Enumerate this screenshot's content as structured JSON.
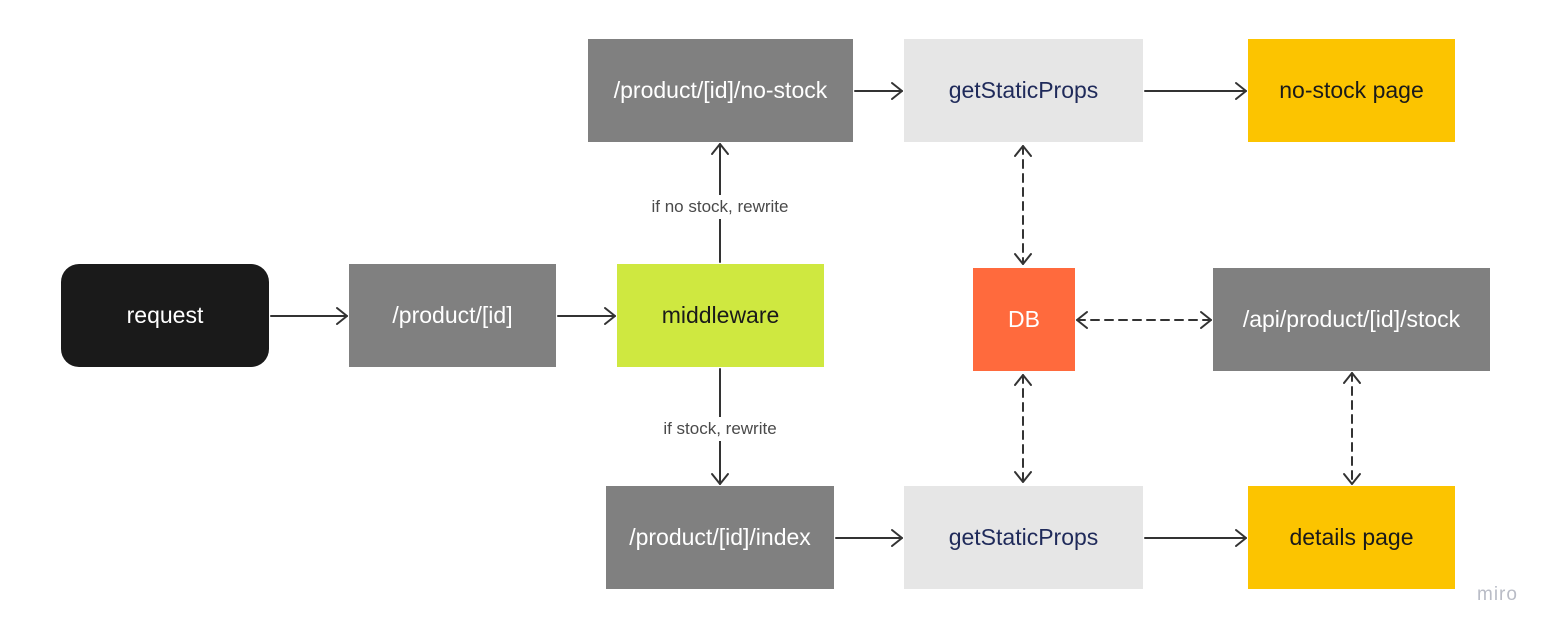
{
  "nodes": {
    "request": "request",
    "product": "/product/[id]",
    "middleware": "middleware",
    "nostock_route": "/product/[id]/no-stock",
    "index_route": "/product/[id]/index",
    "gsp_top": "getStaticProps",
    "gsp_bottom": "getStaticProps",
    "db": "DB",
    "api": "/api/product/[id]/stock",
    "nostock_page": "no-stock page",
    "details_page": "details page"
  },
  "edge_labels": {
    "no_stock": "if no stock, rewrite",
    "stock": "if stock, rewrite"
  },
  "watermark": "miro",
  "colors": {
    "dark": "#1a1a1a",
    "grey": "#808080",
    "light": "#e6e6e6",
    "lime": "#cfe840",
    "orange": "#ff6a3d",
    "yellow": "#fcc400",
    "line": "#333333"
  }
}
